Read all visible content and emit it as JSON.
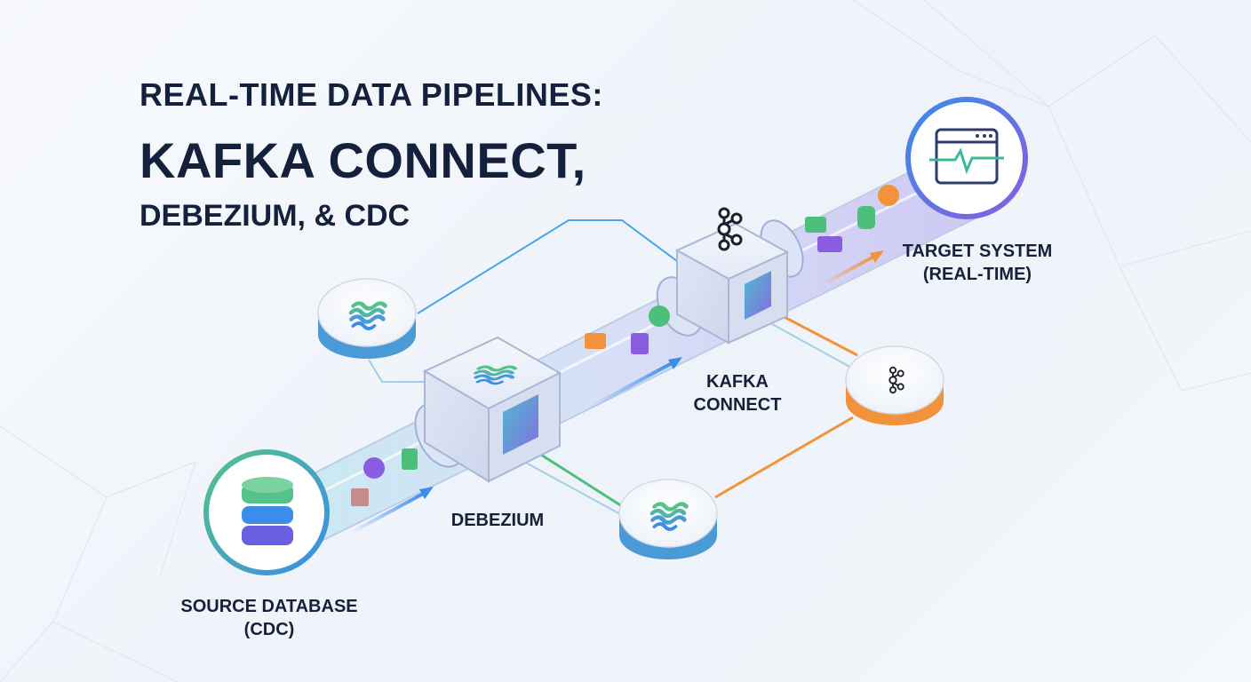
{
  "title": {
    "line1": "REAL-TIME DATA PIPELINES:",
    "line2": "KAFKA CONNECT,",
    "line3": "DEBEZIUM, & CDC"
  },
  "nodes": {
    "source": {
      "label": "SOURCE DATABASE\n(CDC)",
      "icon": "database-icon"
    },
    "debezium": {
      "label": "DEBEZIUM",
      "icon": "debezium-logo-icon"
    },
    "kafka_connect": {
      "label": "KAFKA\nCONNECT",
      "icon": "kafka-logo-icon"
    },
    "target": {
      "label": "TARGET SYSTEM\n(REAL-TIME)",
      "icon": "monitor-pulse-icon"
    }
  },
  "side_nodes": [
    {
      "name": "debezium-badge-top",
      "icon": "debezium-logo-icon"
    },
    {
      "name": "debezium-badge-bottom",
      "icon": "debezium-logo-icon"
    },
    {
      "name": "kafka-badge-right",
      "icon": "kafka-logo-icon"
    }
  ],
  "colors": {
    "title": "#14213d",
    "blue": "#3a8de8",
    "green": "#4cbf7a",
    "purple": "#8a5ce0",
    "orange": "#f2923a",
    "pipe": "#cfe0f5"
  }
}
